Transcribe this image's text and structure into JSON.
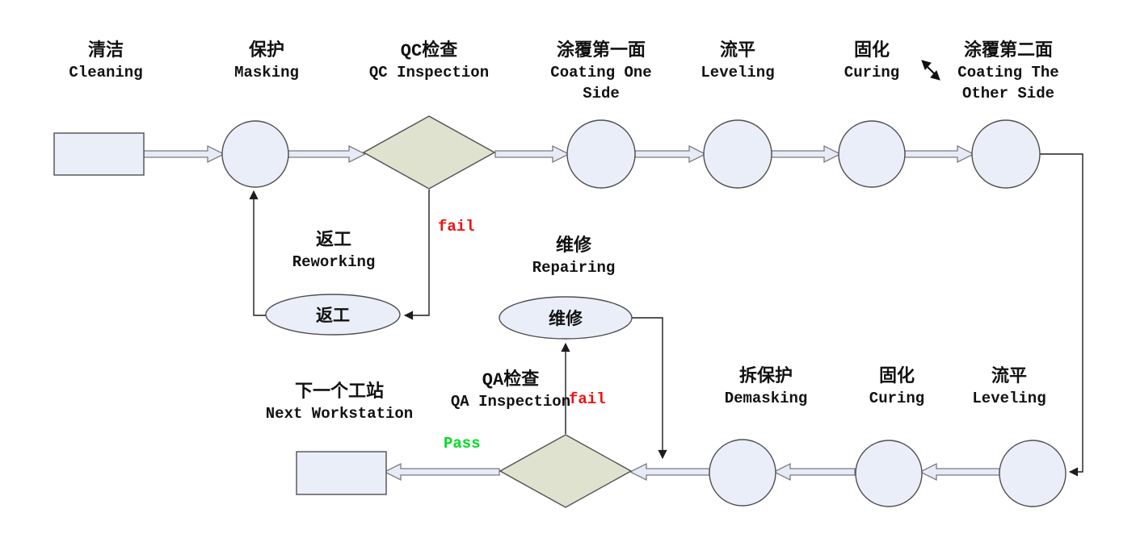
{
  "diagram": {
    "type": "flowchart",
    "nodes": {
      "cleaning": {
        "shape": "rectangle",
        "zh": "清洁",
        "en": "Cleaning"
      },
      "masking": {
        "shape": "circle",
        "zh": "保护",
        "en": "Masking"
      },
      "qc_inspection": {
        "shape": "diamond",
        "zh": "QC检查",
        "en": "QC Inspection"
      },
      "coating_one_side": {
        "shape": "circle",
        "zh": "涂覆第一面",
        "en_line1": "Coating One",
        "en_line2": "Side"
      },
      "leveling_top": {
        "shape": "circle",
        "zh": "流平",
        "en": "Leveling"
      },
      "curing_top": {
        "shape": "circle",
        "zh": "固化",
        "en": "Curing"
      },
      "coating_other_side": {
        "shape": "circle",
        "zh": "涂覆第二面",
        "en_line1": "Coating The",
        "en_line2": "Other Side"
      },
      "rework": {
        "shape": "ellipse",
        "zh": "返工",
        "en": "Reworking",
        "node_text": "返工"
      },
      "repair": {
        "shape": "ellipse",
        "zh": "维修",
        "en": "Repairing",
        "node_text": "维修"
      },
      "next_workstation": {
        "shape": "rectangle",
        "zh": "下一个工站",
        "en": "Next Workstation"
      },
      "qa_inspection": {
        "shape": "diamond",
        "zh": "QA检查",
        "en": "QA Inspection"
      },
      "demasking": {
        "shape": "circle",
        "zh": "拆保护",
        "en": "Demasking"
      },
      "curing_bottom": {
        "shape": "circle",
        "zh": "固化",
        "en": "Curing"
      },
      "leveling_bottom": {
        "shape": "circle",
        "zh": "流平",
        "en": "Leveling"
      }
    },
    "edge_labels": {
      "qc_fail": "fail",
      "qa_fail": "fail",
      "qa_pass": "Pass"
    }
  },
  "colors": {
    "background": "#ffffff",
    "node_fill": "#e9eef8",
    "node_stroke": "#4f4f4f",
    "diamond_fill": "#dfe2ce",
    "arrow_fill": "#e6ebf6",
    "arrow_stroke": "#767b85",
    "line": "#1c1c1c",
    "fail_text": "#ee1111",
    "pass_text": "#00dd22",
    "label_text": "#111111"
  }
}
